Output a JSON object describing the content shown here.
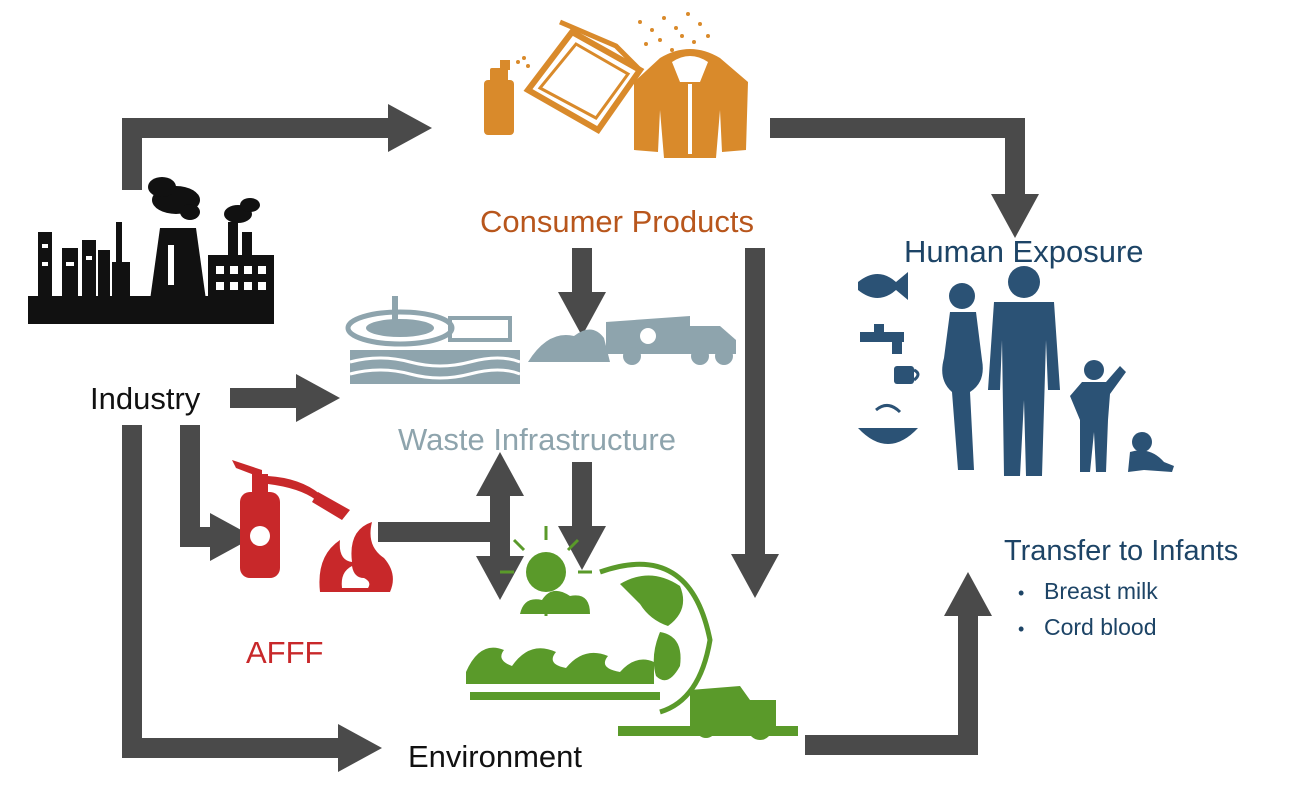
{
  "labels": {
    "industry": "Industry",
    "consumer_products": "Consumer Products",
    "waste_infrastructure": "Waste Infrastructure",
    "afff": "AFFF",
    "environment": "Environment",
    "human_exposure": "Human Exposure",
    "transfer_to_infants": "Transfer to Infants"
  },
  "transfer_items": [
    "Breast milk",
    "Cord blood"
  ],
  "colors": {
    "arrow": "#4a4a4a",
    "industry": "#111111",
    "consumer": "#d98a2b",
    "consumer_text": "#b8561c",
    "waste": "#8ea4ad",
    "afff": "#c8282a",
    "environment": "#5a9a2a",
    "human": "#2b5275"
  },
  "icons": [
    "factory-icon",
    "spray-can-icon",
    "pizza-box-icon",
    "jacket-icon",
    "water-treatment-icon",
    "landfill-icon",
    "garbage-truck-icon",
    "fire-extinguisher-icon",
    "fire-icon",
    "sun-icon",
    "earth-icon",
    "waves-icon",
    "cloud-icon",
    "tractor-icon",
    "fish-icon",
    "faucet-icon",
    "cup-icon",
    "food-bowl-icon",
    "family-icon",
    "baby-icon"
  ]
}
